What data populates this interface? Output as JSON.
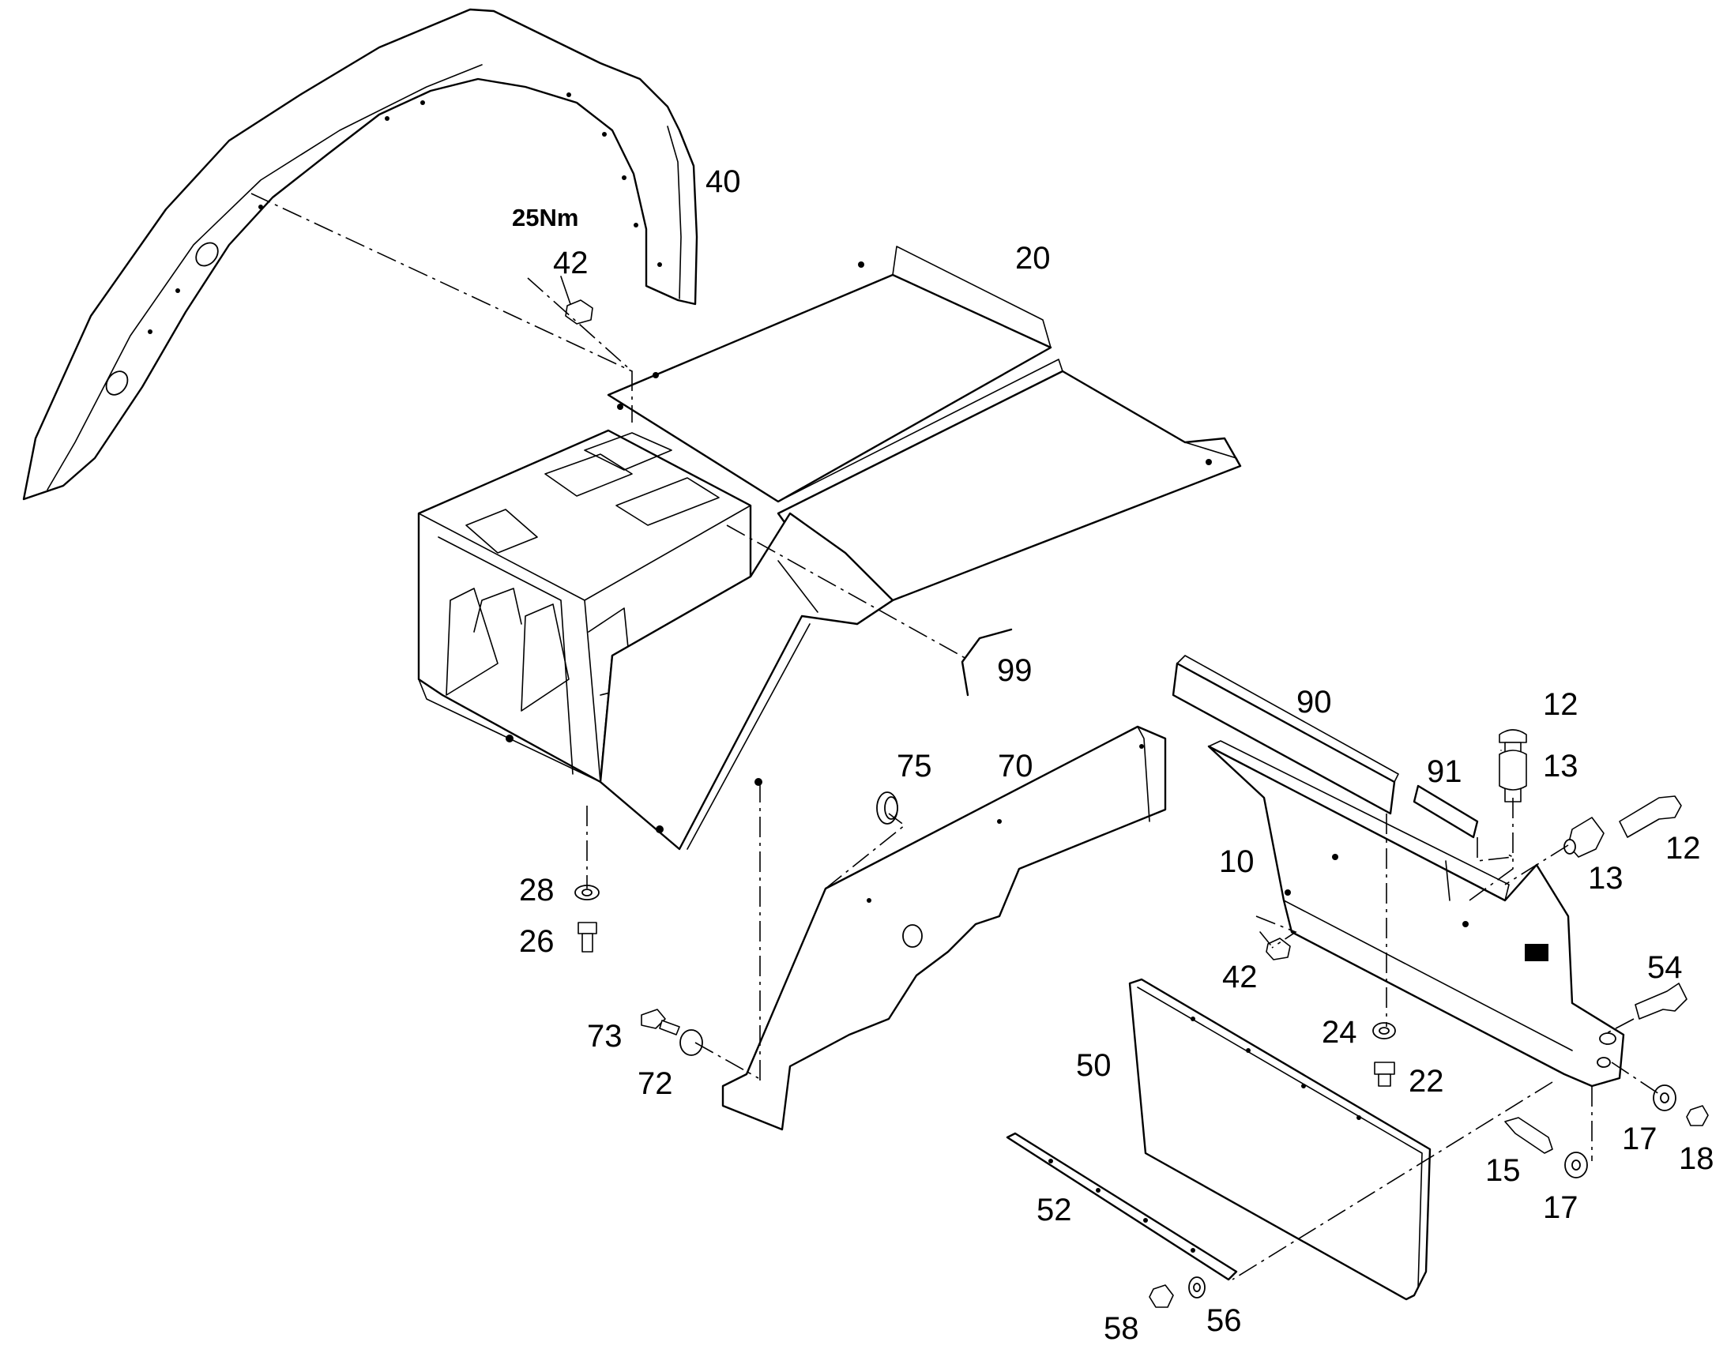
{
  "diagram": {
    "torque_note": "25Nm",
    "callouts": {
      "p40": "40",
      "p42a": "42",
      "p20": "20",
      "p99": "99",
      "p90": "90",
      "p12a": "12",
      "p13a": "13",
      "p91": "91",
      "p75": "75",
      "p70": "70",
      "p12b": "12",
      "p10": "10",
      "p13b": "13",
      "p28": "28",
      "p26": "26",
      "p42b": "42",
      "p54": "54",
      "p73": "73",
      "p24": "24",
      "p50": "50",
      "p72": "72",
      "p22": "22",
      "p17a": "17",
      "p18": "18",
      "p15": "15",
      "p17b": "17",
      "p52": "52",
      "p58": "58",
      "p56": "56"
    }
  }
}
